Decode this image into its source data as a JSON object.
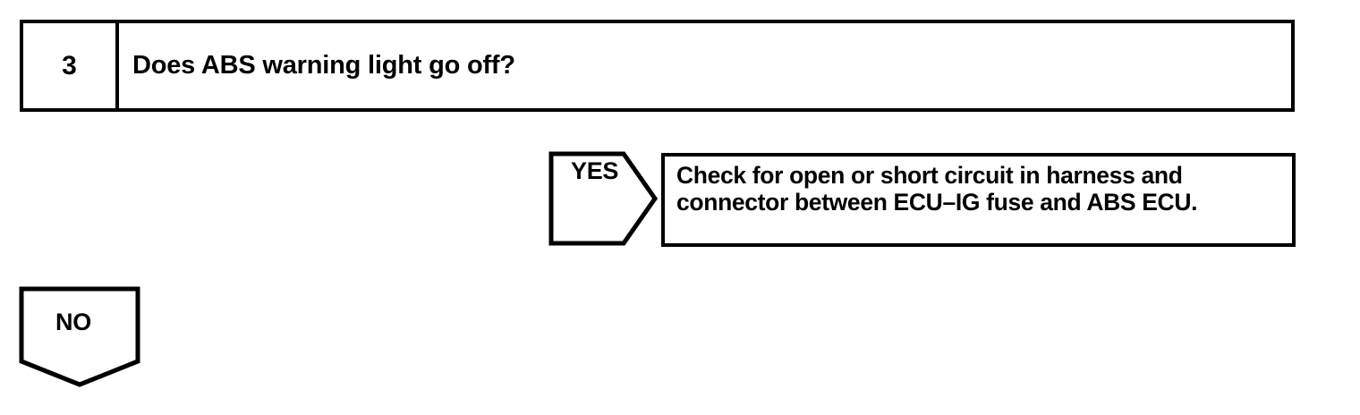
{
  "page": {
    "background_color": "#ffffff",
    "line_color": "#000000"
  },
  "step": {
    "number": "3",
    "question": "Does ABS warning light go off?"
  },
  "branches": {
    "yes": {
      "label": "YES",
      "result_text": "Check for open or short circuit in harness and\nconnector between ECU–IG fuse and ABS ECU."
    },
    "no": {
      "label": "NO"
    }
  }
}
